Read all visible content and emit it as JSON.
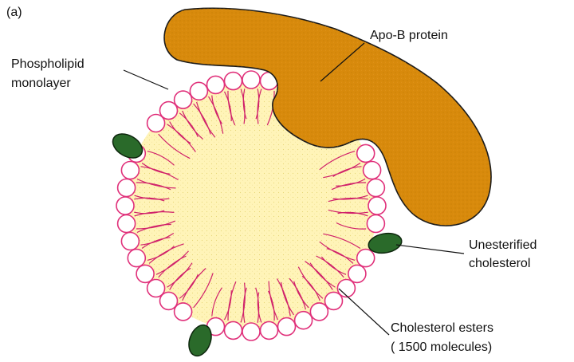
{
  "panel_label": "(a)",
  "labels": {
    "apob": "Apo-B protein",
    "phospholipid_line1": "Phospholipid",
    "phospholipid_line2": "monolayer",
    "unesterified_line1": "Unesterified",
    "unesterified_line2": "cholesterol",
    "esters_line1": "Cholesterol esters",
    "esters_line2": "( 1500 molecules)"
  },
  "colors": {
    "core": "#fff4b8",
    "head_stroke": "#e0307a",
    "tail": "#d0206a",
    "protein": "#d88a0c",
    "protein_stroke": "#1a1a1a",
    "cholesterol": "#2a6a2a"
  }
}
